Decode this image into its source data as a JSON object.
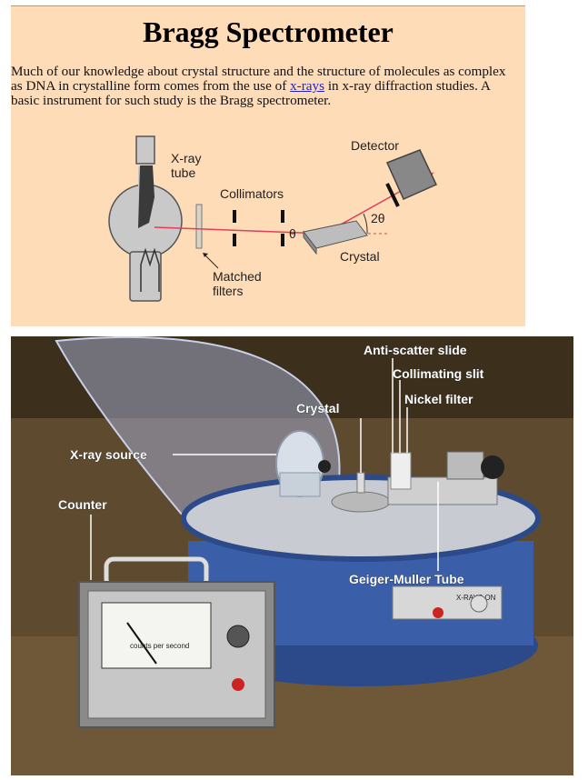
{
  "title": "Bragg Spectrometer",
  "intro": {
    "before_link": "Much of our knowledge about crystal structure and the structure of molecules as complex as DNA in crystalline form comes from the use of ",
    "link_text": "x-rays",
    "after_link": " in x-ray diffraction studies. A basic instrument for such study is the Bragg spectrometer."
  },
  "diagram": {
    "xray_tube_line1": "X-ray",
    "xray_tube_line2": "tube",
    "collimators": "Collimators",
    "detector": "Detector",
    "crystal": "Crystal",
    "matched_line1": "Matched",
    "matched_line2": "filters",
    "theta": "θ",
    "two_theta": "2θ"
  },
  "photo": {
    "anti_scatter": "Anti-scatter slide",
    "collimating_slit": "Collimating slit",
    "nickel_filter": "Nickel filter",
    "crystal": "Crystal",
    "xray_source": "X-ray source",
    "counter": "Counter",
    "geiger": "Geiger-Muller Tube",
    "meter_caption": "counts per second",
    "xrays_on": "X-RAYS ON"
  },
  "colors": {
    "panel_bg": "#ffdcb8",
    "beam": "#e0405a",
    "link": "#2222cc"
  }
}
